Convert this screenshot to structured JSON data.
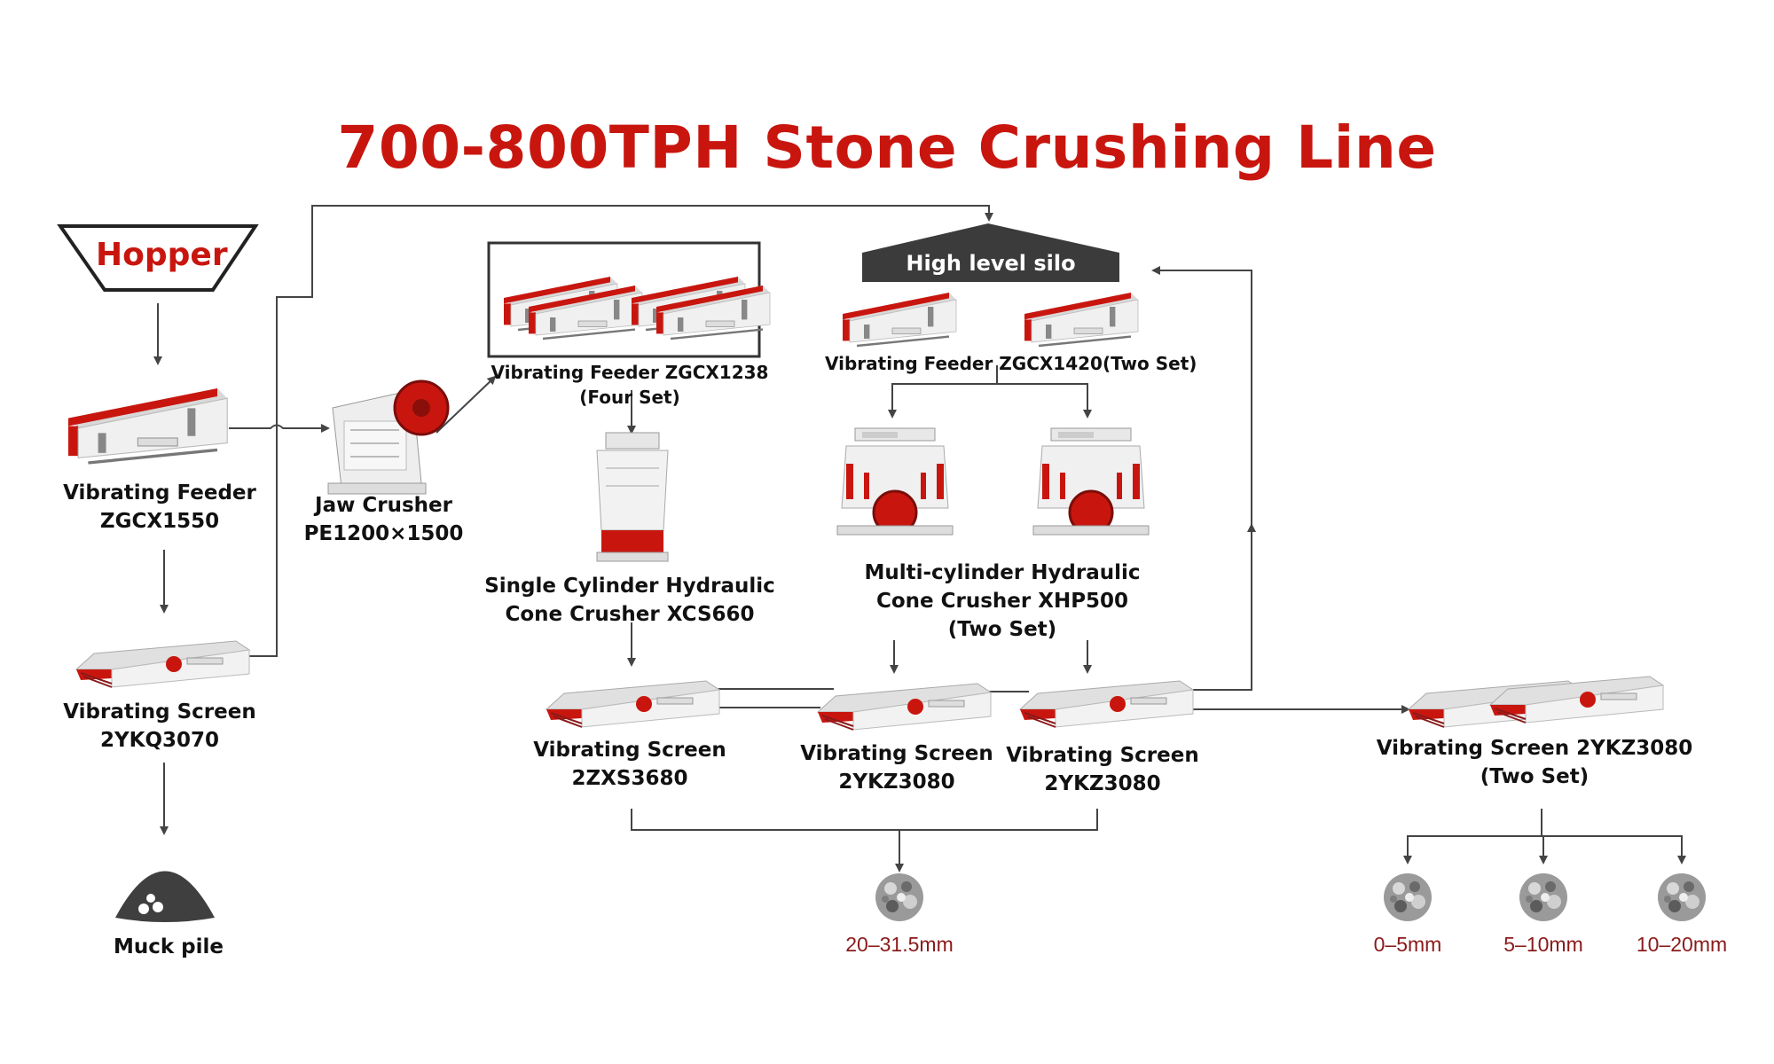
{
  "title": "700-800TPH Stone Crushing Line",
  "colors": {
    "title": "#c8160f",
    "equipment_accent": "#c8160f",
    "silo": "#3b3b3b",
    "product_label": "#8b1a1a"
  },
  "nodes": {
    "hopper": "Hopper",
    "silo": "High level silo",
    "feeder1": [
      "Vibrating Feeder",
      "ZGCX1550"
    ],
    "screen1": [
      "Vibrating Screen",
      "2YKQ3070"
    ],
    "muck": "Muck pile",
    "jaw": [
      "Jaw Crusher",
      "PE1200×1500"
    ],
    "feeder2": [
      "Vibrating Feeder ZGCX1238",
      "(Four Set)"
    ],
    "cone1": [
      "Single Cylinder Hydraulic",
      "Cone Crusher XCS660"
    ],
    "feeder3": "Vibrating Feeder ZGCX1420(Two Set)",
    "cone2": [
      "Multi-cylinder Hydraulic",
      "Cone Crusher XHP500",
      "(Two Set)"
    ],
    "screenA": [
      "Vibrating Screen",
      "2ZXS3680"
    ],
    "screenB": [
      "Vibrating Screen",
      "2YKZ3080"
    ],
    "screenC": [
      "Vibrating Screen",
      "2YKZ3080"
    ],
    "screenD": [
      "Vibrating Screen 2YKZ3080",
      "(Two Set)"
    ]
  },
  "products": [
    "20–31.5mm",
    "0–5mm",
    "5–10mm",
    "10–20mm"
  ]
}
